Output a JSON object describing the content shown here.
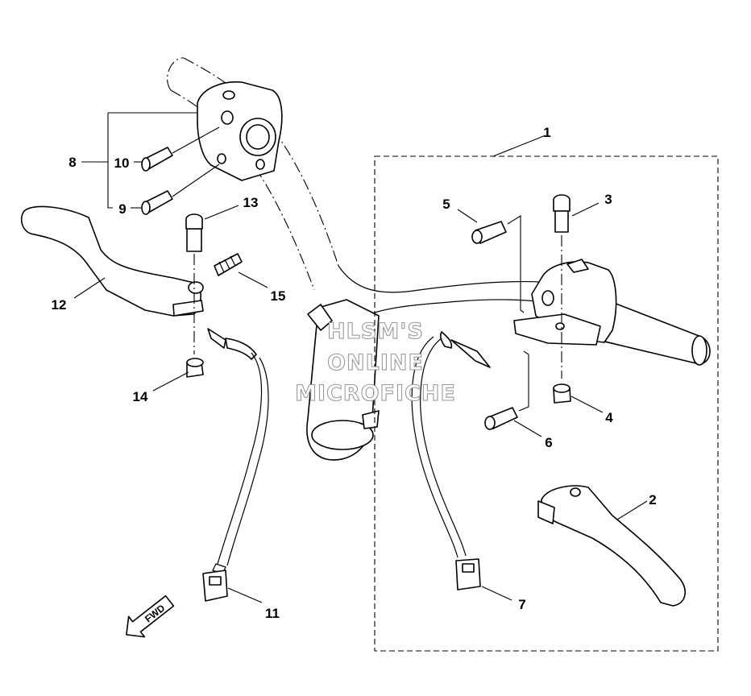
{
  "diagram": {
    "callouts": [
      {
        "id": "c1",
        "label": "1"
      },
      {
        "id": "c2",
        "label": "2"
      },
      {
        "id": "c3",
        "label": "3"
      },
      {
        "id": "c4",
        "label": "4"
      },
      {
        "id": "c5",
        "label": "5"
      },
      {
        "id": "c6",
        "label": "6"
      },
      {
        "id": "c7",
        "label": "7"
      },
      {
        "id": "c8",
        "label": "8"
      },
      {
        "id": "c9",
        "label": "9"
      },
      {
        "id": "c10",
        "label": "10"
      },
      {
        "id": "c11",
        "label": "11"
      },
      {
        "id": "c12",
        "label": "12"
      },
      {
        "id": "c13",
        "label": "13"
      },
      {
        "id": "c14",
        "label": "14"
      },
      {
        "id": "c15",
        "label": "15"
      }
    ],
    "direction_indicator": "FWD"
  },
  "watermark": {
    "line1": "HLSM'S",
    "line2": "ONLINE",
    "line3": "MICROFICHE"
  }
}
